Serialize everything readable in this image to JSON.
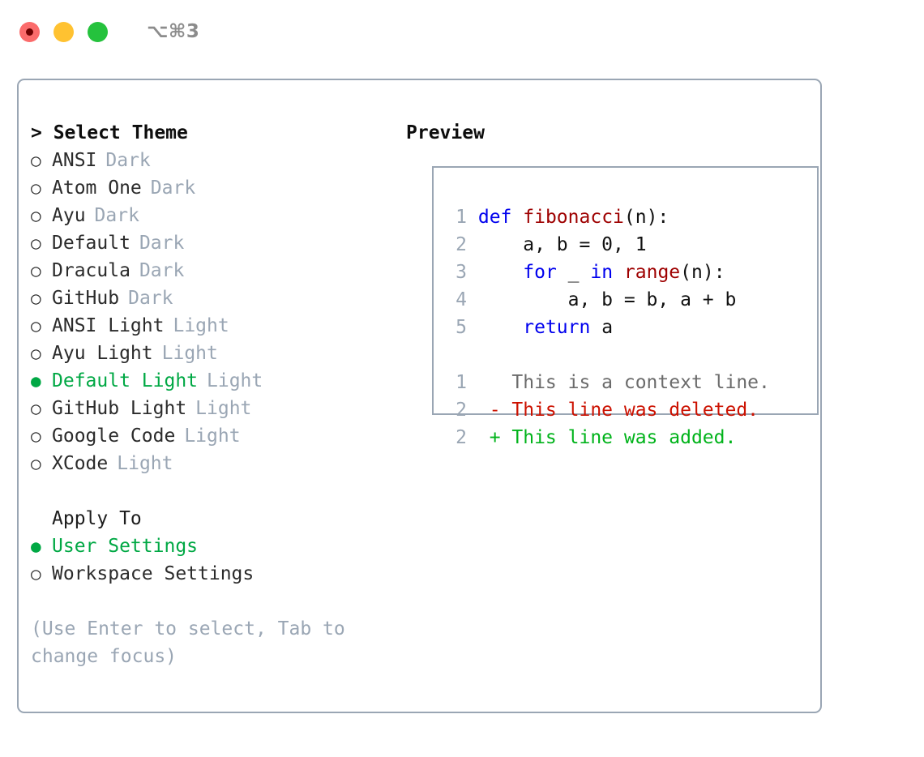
{
  "titlebar": {
    "shortcut": "⌥⌘3",
    "dots": [
      {
        "name": "close",
        "color": "#fb6b6b"
      },
      {
        "name": "minimize",
        "color": "#ffc231"
      },
      {
        "name": "maximize",
        "color": "#25c23d"
      }
    ]
  },
  "left": {
    "heading": "> Select Theme",
    "bullet_unselected": "○",
    "bullet_selected": "●",
    "themes": [
      {
        "label": "ANSI",
        "category": "Dark",
        "selected": false
      },
      {
        "label": "Atom One",
        "category": "Dark",
        "selected": false
      },
      {
        "label": "Ayu",
        "category": "Dark",
        "selected": false
      },
      {
        "label": "Default",
        "category": "Dark",
        "selected": false
      },
      {
        "label": "Dracula",
        "category": "Dark",
        "selected": false
      },
      {
        "label": "GitHub",
        "category": "Dark",
        "selected": false
      },
      {
        "label": "ANSI Light",
        "category": "Light",
        "selected": false
      },
      {
        "label": "Ayu Light",
        "category": "Light",
        "selected": false
      },
      {
        "label": "Default Light",
        "category": "Light",
        "selected": true
      },
      {
        "label": "GitHub Light",
        "category": "Light",
        "selected": false
      },
      {
        "label": "Google Code",
        "category": "Light",
        "selected": false
      },
      {
        "label": "XCode",
        "category": "Light",
        "selected": false
      }
    ],
    "apply_to": {
      "title": "Apply To",
      "options": [
        {
          "label": "User Settings",
          "selected": true
        },
        {
          "label": "Workspace Settings",
          "selected": false
        }
      ]
    },
    "hint": "(Use Enter to select, Tab to change focus)"
  },
  "right": {
    "heading": "Preview",
    "code_lines": [
      {
        "num": "1",
        "indent": "",
        "tokens": [
          {
            "text": "def",
            "type": "kw"
          },
          {
            "text": " ",
            "type": "plain"
          },
          {
            "text": "fibonacci",
            "type": "fn"
          },
          {
            "text": "(n):",
            "type": "plain"
          }
        ]
      },
      {
        "num": "2",
        "indent": "    ",
        "tokens": [
          {
            "text": "a, b = 0, 1",
            "type": "plain"
          }
        ]
      },
      {
        "num": "3",
        "indent": "    ",
        "tokens": [
          {
            "text": "for",
            "type": "kw"
          },
          {
            "text": " _ ",
            "type": "plain"
          },
          {
            "text": "in",
            "type": "kw"
          },
          {
            "text": " ",
            "type": "plain"
          },
          {
            "text": "range",
            "type": "fn"
          },
          {
            "text": "(n):",
            "type": "plain"
          }
        ]
      },
      {
        "num": "4",
        "indent": "        ",
        "tokens": [
          {
            "text": "a, b = b, a + b",
            "type": "plain"
          }
        ]
      },
      {
        "num": "5",
        "indent": "    ",
        "tokens": [
          {
            "text": "return",
            "type": "kw"
          },
          {
            "text": " a",
            "type": "plain"
          }
        ]
      }
    ],
    "diff_lines": [
      {
        "num": "1",
        "marker": " ",
        "text": "This is a context line.",
        "type": "ctx"
      },
      {
        "num": "2",
        "marker": "-",
        "text": "This line was deleted.",
        "type": "del"
      },
      {
        "num": "2",
        "marker": "+",
        "text": "This line was added.",
        "type": "add"
      }
    ]
  },
  "colors": {
    "accent_green": "#00a844",
    "muted": "#9aa6b4",
    "keyword": "#0000ee",
    "function": "#9e0000",
    "diff_added": "#00b31a",
    "diff_deleted": "#cc1100",
    "border": "#9aa6b4"
  }
}
